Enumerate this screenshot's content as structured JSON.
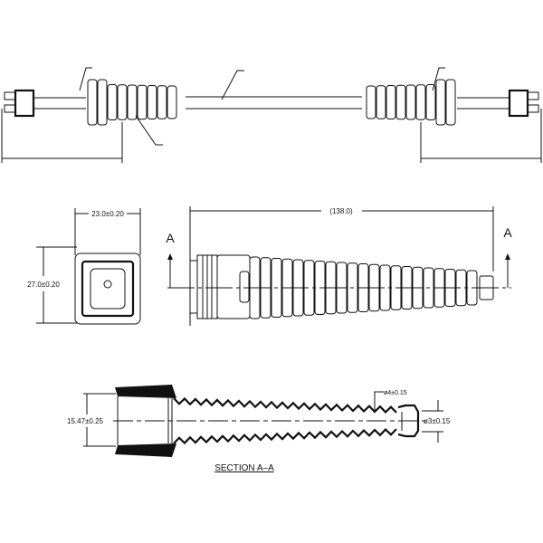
{
  "top_view": {
    "dimension_width": "23.0±0.20",
    "dimension_height": "27.0±0.20"
  },
  "side_view": {
    "dimension_length": "(138.0)",
    "section_marker_left": "A",
    "section_marker_right": "A"
  },
  "section_view": {
    "title": "SECTION A–A",
    "dimension_inner": "15.47±0.25",
    "dimension_dia_4": "ø4±0.15",
    "dimension_dia_3": "ø3±0.15"
  }
}
